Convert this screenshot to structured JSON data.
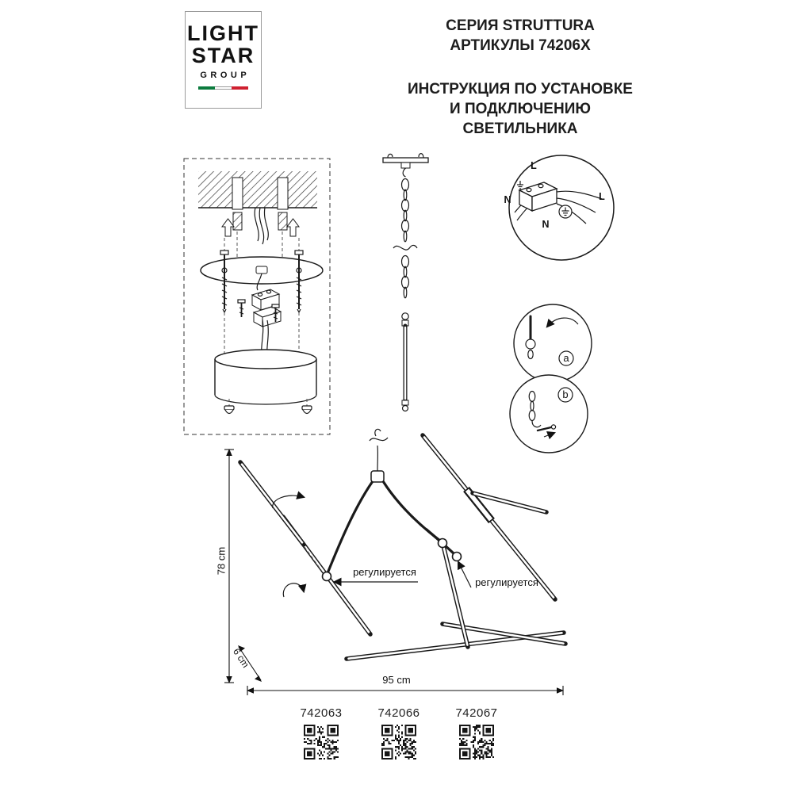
{
  "logo": {
    "line1": "LIGHT",
    "line2": "STAR",
    "line3": "GROUP"
  },
  "header": {
    "series": "СЕРИЯ STRUTTURA",
    "articles": "АРТИКУЛЫ 74206X",
    "instruction_line1": "ИНСТРУКЦИЯ ПО УСТАНОВКЕ",
    "instruction_line2": "И ПОДКЛЮЧЕНИЮ СВЕТИЛЬНИКА"
  },
  "wiring": {
    "l_block": "L",
    "n_block": "N",
    "l_wire": "L",
    "n_wire": "N"
  },
  "steps": {
    "a": "a",
    "b": "b"
  },
  "dimensions": {
    "height": "78 cm",
    "depth": "6 cm",
    "width": "95 cm"
  },
  "labels": {
    "adjustable_left": "регулируется",
    "adjustable_right": "регулируется"
  },
  "products": [
    {
      "code": "742063"
    },
    {
      "code": "742066"
    },
    {
      "code": "742067"
    }
  ],
  "colors": {
    "flag_green": "#0c7b3e",
    "flag_red": "#cf2030",
    "line": "#1a1a1a"
  }
}
